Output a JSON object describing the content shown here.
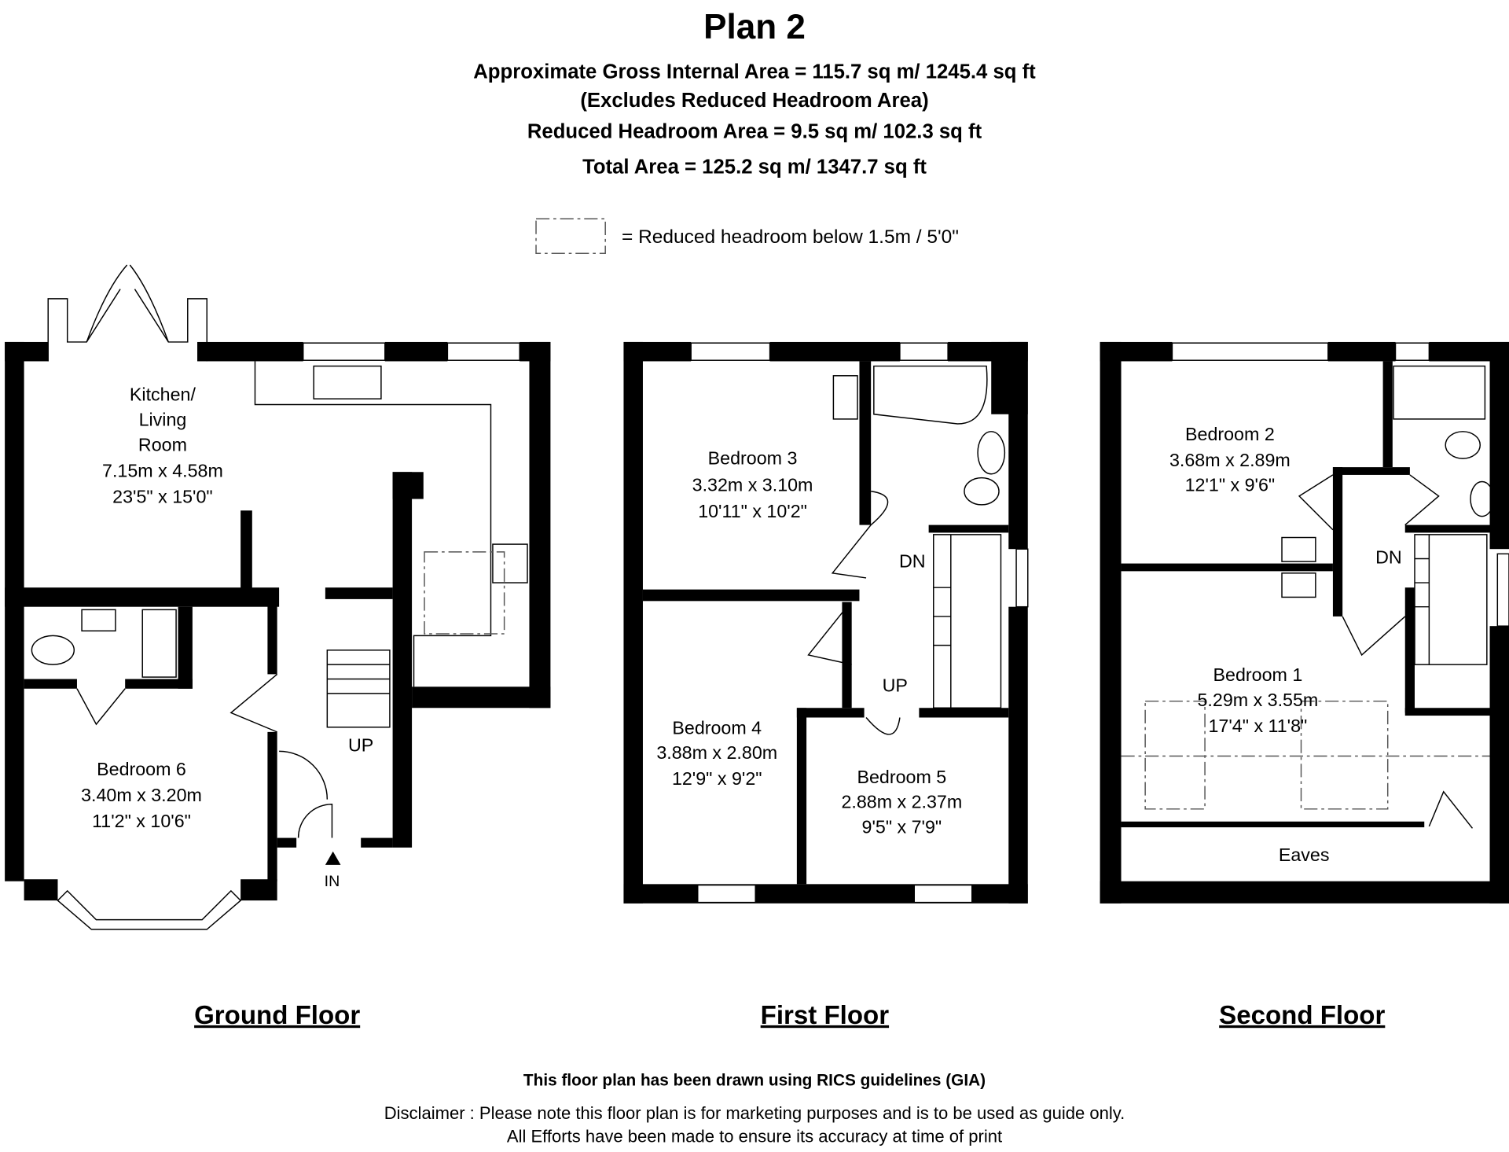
{
  "header": {
    "title": "Plan 2",
    "gross_area": "Approximate Gross Internal Area = 115.7 sq m/ 1245.4 sq ft",
    "excludes": "(Excludes Reduced Headroom Area)",
    "reduced_area": "Reduced Headroom Area = 9.5 sq m/ 102.3 sq ft",
    "total_area": "Total Area = 125.2 sq m/ 1347.7 sq ft"
  },
  "legend": {
    "label": "= Reduced headroom below 1.5m / 5'0\""
  },
  "ground_floor": {
    "title": "Ground Floor",
    "kitchen": {
      "name1": "Kitchen/",
      "name2": "Living",
      "name3": "Room",
      "metric": "7.15m x 4.58m",
      "imperial": "23'5\" x 15'0\""
    },
    "bedroom6": {
      "name": "Bedroom 6",
      "metric": "3.40m x 3.20m",
      "imperial": "11'2\" x 10'6\""
    },
    "up": "UP",
    "in": "IN"
  },
  "first_floor": {
    "title": "First Floor",
    "bedroom3": {
      "name": "Bedroom 3",
      "metric": "3.32m x 3.10m",
      "imperial": "10'11\" x 10'2\""
    },
    "bedroom4": {
      "name": "Bedroom 4",
      "metric": "3.88m x 2.80m",
      "imperial": "12'9\" x 9'2\""
    },
    "bedroom5": {
      "name": "Bedroom 5",
      "metric": "2.88m x 2.37m",
      "imperial": "9'5\" x 7'9\""
    },
    "dn": "DN",
    "up": "UP"
  },
  "second_floor": {
    "title": "Second Floor",
    "bedroom2": {
      "name": "Bedroom 2",
      "metric": "3.68m x 2.89m",
      "imperial": "12'1\" x 9'6\""
    },
    "bedroom1": {
      "name": "Bedroom 1",
      "metric": "5.29m x 3.55m",
      "imperial": "17'4\" x 11'8\""
    },
    "eaves": "Eaves",
    "dn": "DN"
  },
  "footer": {
    "rics": "This floor plan has been drawn using RICS guidelines (GIA)",
    "disclaimer1": "Disclaimer : Please note this floor plan is for marketing purposes and is to be used as guide only.",
    "disclaimer2": "All Efforts have been made to ensure its accuracy at time of print"
  }
}
